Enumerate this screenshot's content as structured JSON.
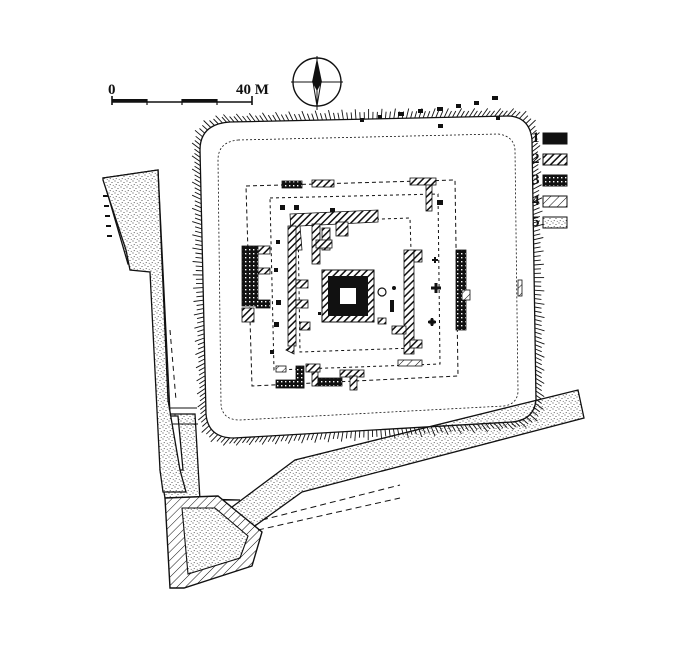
{
  "scale_bar": {
    "start_label": "0",
    "end_label": "40 M"
  },
  "north_arrow": {
    "icon": "north-arrow-icon"
  },
  "legend": {
    "items": [
      {
        "num": "1",
        "pattern": "solid-black"
      },
      {
        "num": "2",
        "pattern": "diagonal-hatch"
      },
      {
        "num": "3",
        "pattern": "cross-hatch"
      },
      {
        "num": "4",
        "pattern": "light-diagonal"
      },
      {
        "num": "5",
        "pattern": "stipple"
      }
    ]
  },
  "colors": {
    "ink": "#111111",
    "paper": "#ffffff"
  }
}
